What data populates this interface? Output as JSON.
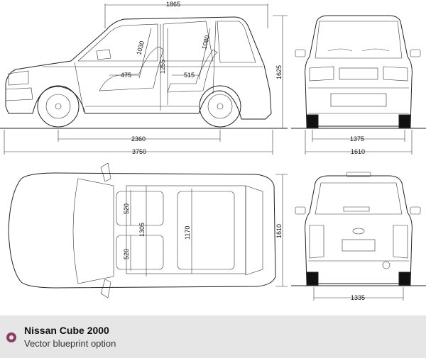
{
  "footer": {
    "title": "Nissan Cube 2000",
    "subtitle": "Vector blueprint option"
  },
  "colors": {
    "accent": "#8a3c62",
    "footer_bg": "#e6e6e6",
    "line": "#222222"
  },
  "dimensions": {
    "side": {
      "wheelbase": "2360",
      "length": "3750",
      "roof_length": "1865",
      "height": "1625",
      "interior_height": "1255",
      "front_headroom": "1030",
      "rear_headroom": "1080",
      "front_seat": "475",
      "rear_seat": "515"
    },
    "front": {
      "track": "1375",
      "width": "1610"
    },
    "top": {
      "seat_front": "520",
      "seat_rear": "520",
      "cabin_width": "1305",
      "interior_width": "1170",
      "width": "1610"
    },
    "rear": {
      "track": "1335"
    }
  }
}
